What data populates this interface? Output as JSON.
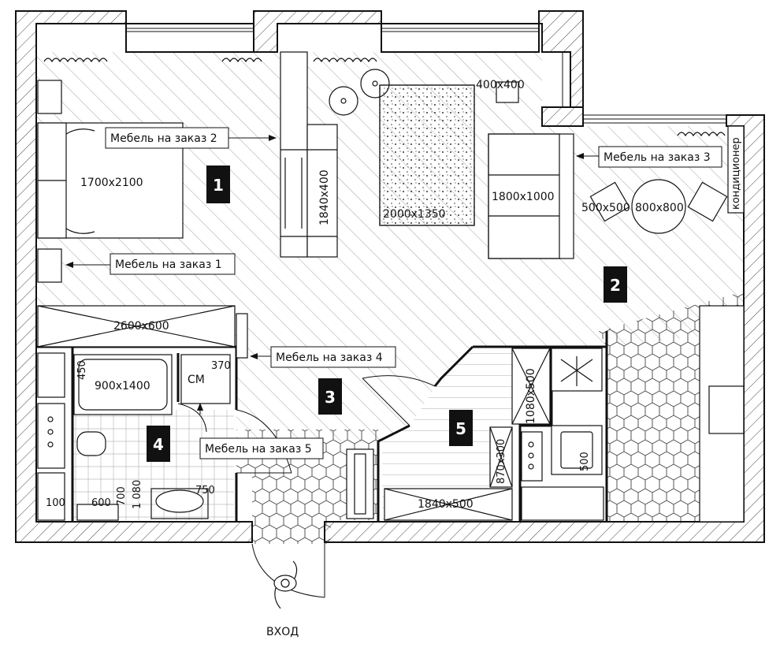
{
  "entrance": "ВХОД",
  "rooms": [
    {
      "id": "1",
      "label": "1"
    },
    {
      "id": "2",
      "label": "2"
    },
    {
      "id": "3",
      "label": "3"
    },
    {
      "id": "4",
      "label": "4"
    },
    {
      "id": "5",
      "label": "5"
    }
  ],
  "callouts": {
    "c1": "Мебель на заказ 1",
    "c2": "Мебель на заказ 2",
    "c3": "Мебель на заказ 3",
    "c4": "Мебель на заказ 4",
    "c5": "Мебель на заказ 5"
  },
  "dimensions": {
    "bed": "1700x2100",
    "wardrobe": "1840x400",
    "carpet": "2000x1350",
    "table_small": "400x400",
    "sofa": "1800x1000",
    "chair": "500x500",
    "dining_table": "800x800",
    "corridor_cabinet": "2600x600",
    "bathtub": "900x1400",
    "bath_450": "450",
    "wm": "СМ",
    "wm_370": "370",
    "d1080v": "1 080",
    "d700": "700",
    "d600": "600",
    "d100": "100",
    "d750": "750",
    "closet1080": "1080x500",
    "closet870": "870x300",
    "closet1840": "1840x500",
    "kitchen500": "500"
  },
  "ac_label": "кондиционер"
}
